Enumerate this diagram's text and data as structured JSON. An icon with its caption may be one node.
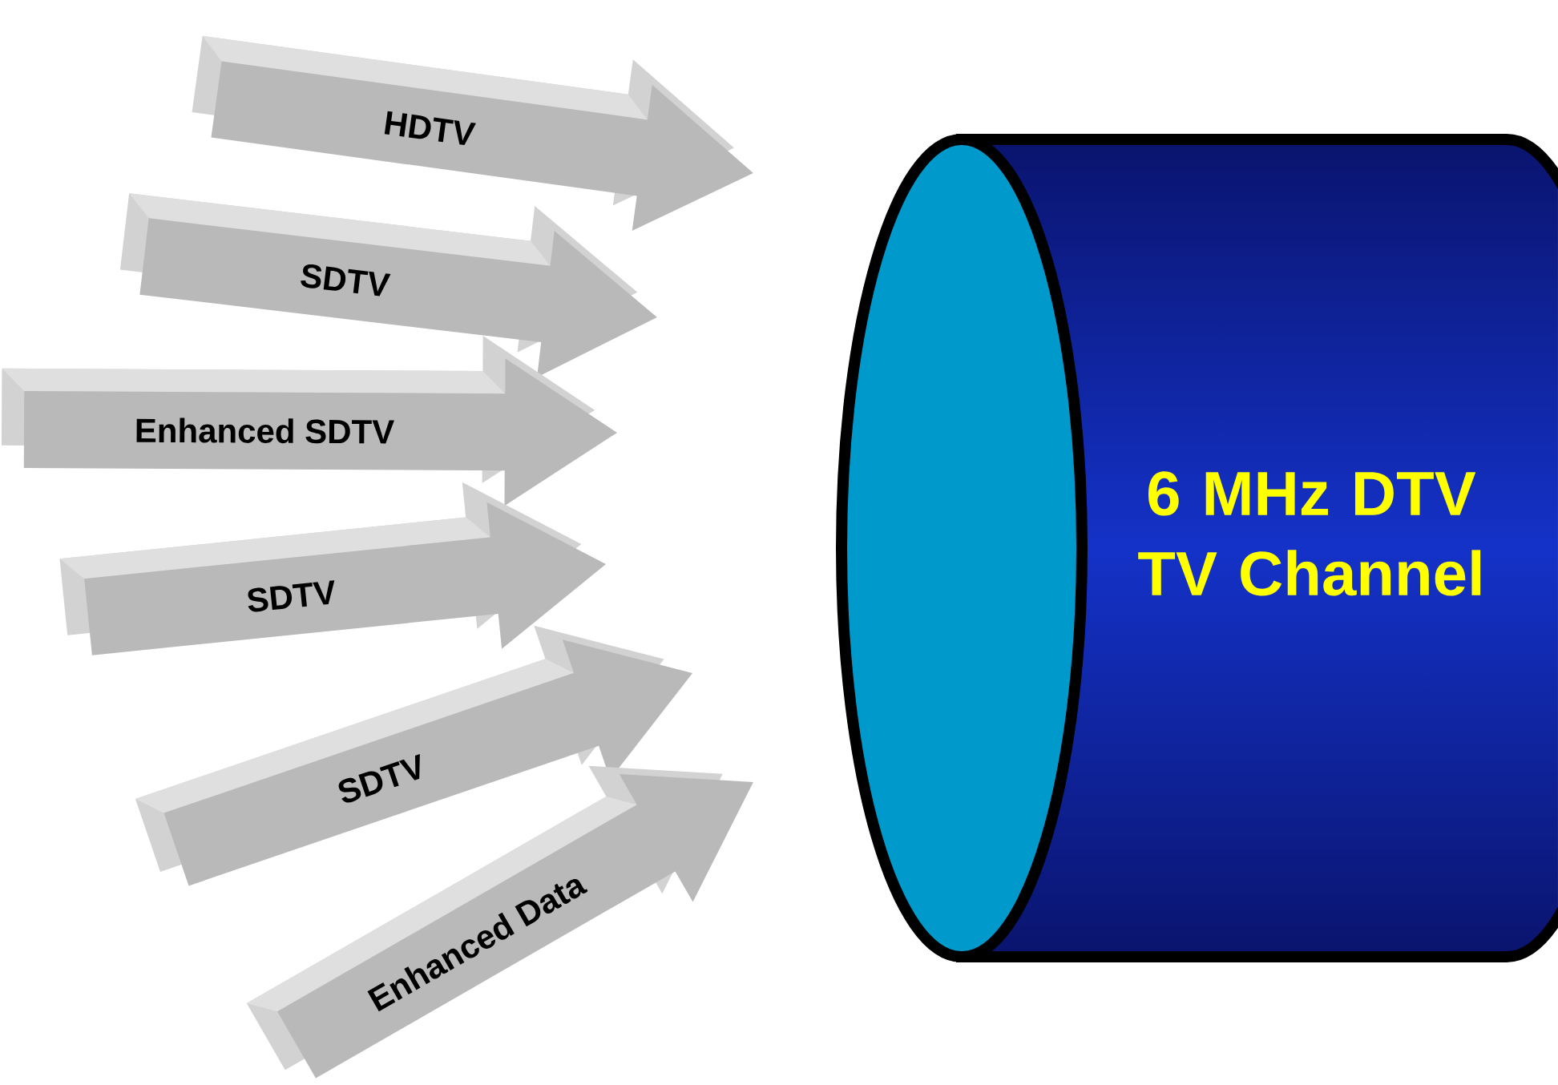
{
  "diagram": {
    "nodes": [
      {
        "text": [
          "HDTV"
        ]
      },
      {
        "text": [
          "SDTV"
        ]
      },
      {
        "text": [
          "Enhanced SDTV"
        ]
      },
      {
        "text": [
          "SDTV"
        ]
      },
      {
        "text": [
          "SDTV"
        ]
      },
      {
        "text": [
          "Enhanced Data"
        ]
      },
      {
        "text": [
          "6 MHz DTV TV Channel"
        ]
      }
    ]
  }
}
